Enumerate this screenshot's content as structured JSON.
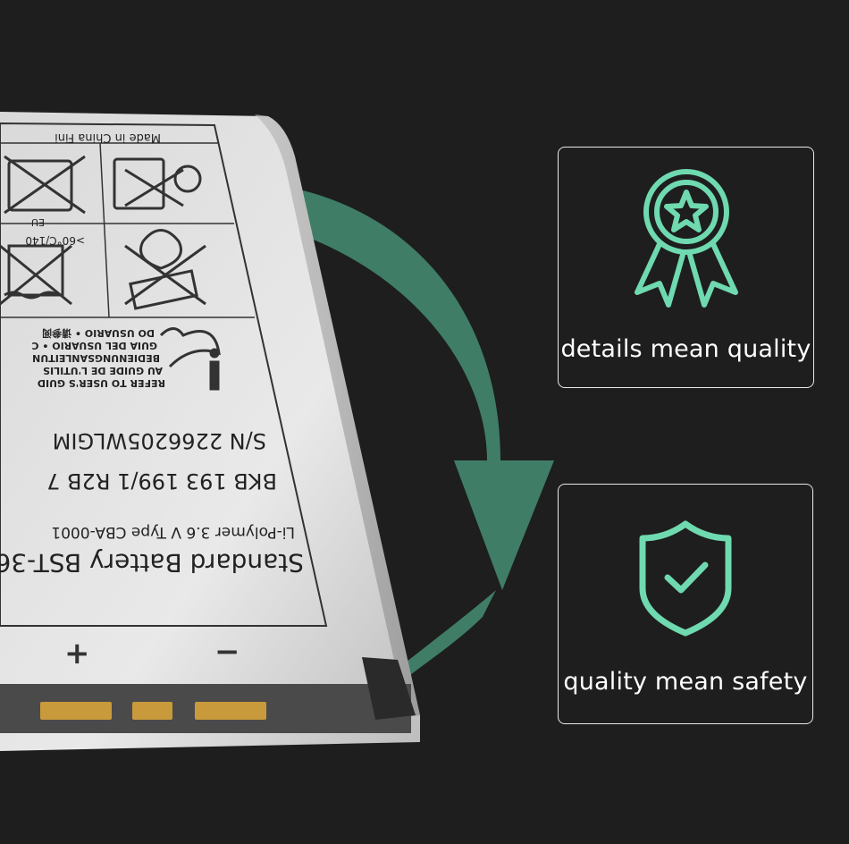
{
  "colors": {
    "background": "#1e1e1e",
    "accent": "#6fd9b0",
    "arrow": "#3f7d66",
    "battery_label": "#e6e6e6",
    "contact_gold": "#c99a3c"
  },
  "battery": {
    "made_in": "Made in China  Fini",
    "eu_mark": "EU",
    "temp_warning": ">60°C/140",
    "refer_lines": [
      "REFER TO USER'S GUID",
      "AU GUIDE DE L'UTILIS",
      "BEDIENUNGSANLEITUN",
      "GUIA DEL USUARIO • C",
      "DO USUARIO • 请参阅"
    ],
    "serial": "S/N 2266205WLGIM",
    "code": "BKB 193 199/1 R2B 7",
    "type_line": "Li-Polymer 3.6 V Type CBA-0001",
    "model": "Standard Battery BST-36",
    "plus": "+",
    "minus": "−"
  },
  "cards": [
    {
      "title": "details mean quality",
      "icon": "award-ribbon-star-icon"
    },
    {
      "title": "quality mean safety",
      "icon": "shield-check-icon"
    }
  ]
}
